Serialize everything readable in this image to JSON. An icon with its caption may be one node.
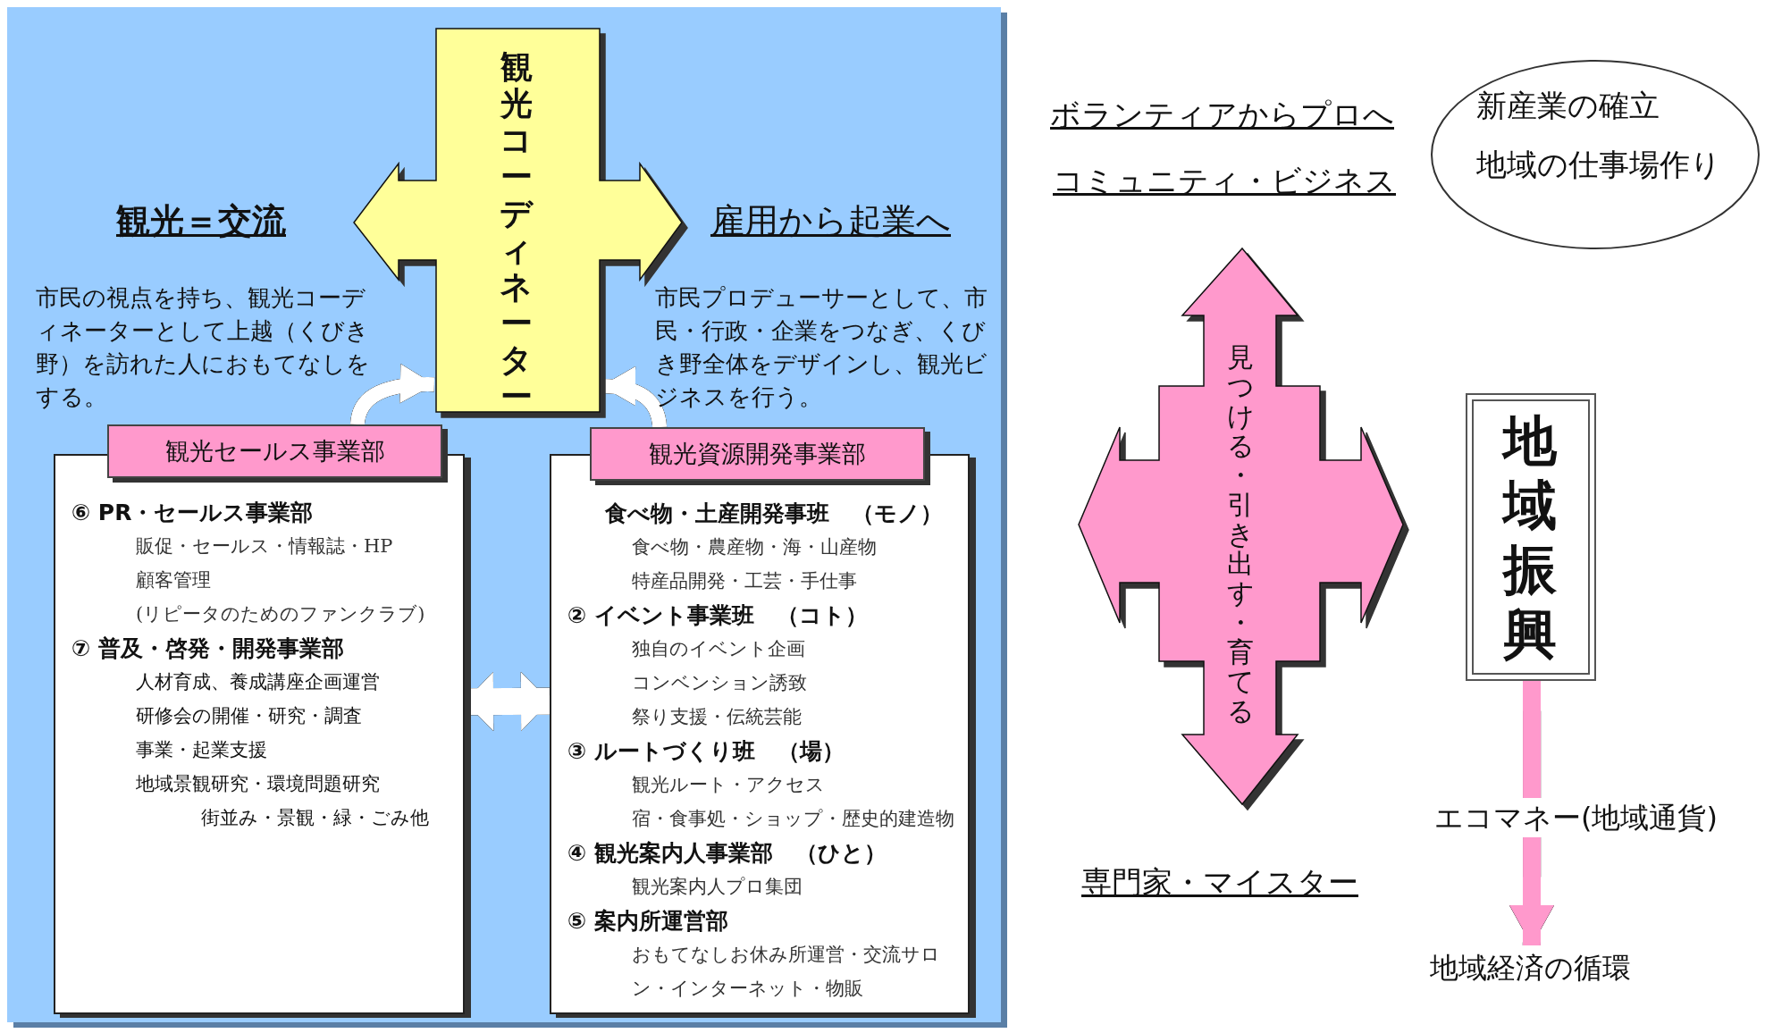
{
  "diagram": {
    "nodes": [
      {
        "text": [
          "観光コーディネーター"
        ]
      },
      {
        "text": [
          "観光セールス事業部",
          "⑥ PR・セールス事業部",
          "販促・セールス・情報誌・HP",
          "顧客管理",
          "(リピータのためのファンクラブ)",
          "⑦ 普及・啓発・開発事業部",
          "人材育成、養成講座企画運営",
          "研修会の開催・研究・調査",
          "事業・起業支援",
          "地域景観研究・環境問題研究",
          "街並み・景観・緑・ごみ他"
        ]
      },
      {
        "text": [
          "観光資源開発事業部",
          "食べ物・土産開発事班　（モノ）",
          "食べ物・農産物・海・山産物",
          "特産品開発・工芸・手仕事",
          "② イベント事業班　（コト）",
          "独自のイベント企画",
          "コンベンション誘致",
          "祭り支援・伝統芸能",
          "③ ルートづくり班　（場）",
          "観光ルート・アクセス",
          "宿・食事処・ショップ・歴史的建造物",
          "④ 観光案内人事業部　（ひと）",
          "観光案内人プロ集団",
          "⑤ 案内所運営部",
          "おもてなしお休み所運営・交流サロン・インターネット・物販"
        ]
      },
      {
        "text": [
          "新産業の確立",
          "地域の仕事場作り"
        ]
      },
      {
        "text": [
          "見つける・引き出す・育てる"
        ]
      },
      {
        "text": [
          "地域振興"
        ]
      },
      {
        "text": [
          "エコマネー(地域通貨)"
        ]
      },
      {
        "text": [
          "地域経済の循環"
        ]
      }
    ],
    "edges": [
      {
        "from": 1,
        "to": 0,
        "arrow": "to"
      },
      {
        "from": 2,
        "to": 0,
        "arrow": "to"
      },
      {
        "from": 1,
        "to": 2,
        "arrow": "both"
      },
      {
        "from": 5,
        "to": 6,
        "arrow": "none",
        "color": "#ff99cc"
      },
      {
        "from": 6,
        "to": 7,
        "arrow": "to",
        "color": "#ff99cc"
      }
    ],
    "labels": [
      "観光＝交流",
      "雇用から起業へ",
      "市民の視点を持ち、観光コーディネーターとして上越（くびき野）を訪れた人におもてなしをする。",
      "市民プロデューサーとして、市民・行政・企業をつなぎ、くびき野全体をデザインし、観光ビジネスを行う。",
      "ボランティアからプロへ",
      "コミュニティ・ビジネス",
      "専門家・マイスター"
    ]
  }
}
